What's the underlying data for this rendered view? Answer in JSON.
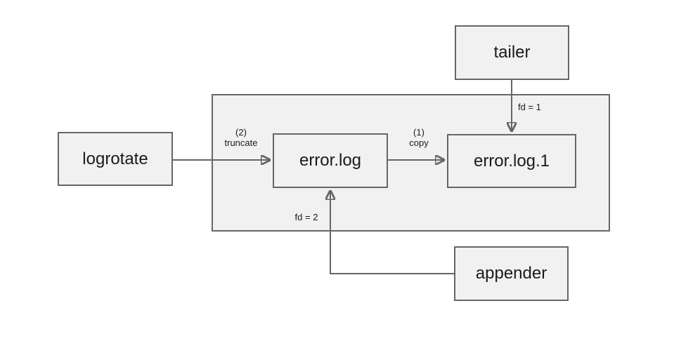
{
  "diagram": {
    "nodes": {
      "tailer": {
        "label": "tailer"
      },
      "logrotate": {
        "label": "logrotate"
      },
      "error_log": {
        "label": "error.log"
      },
      "error_log_1": {
        "label": "error.log.1"
      },
      "appender": {
        "label": "appender"
      }
    },
    "edges": {
      "truncate": {
        "label": "(2)\ntruncate"
      },
      "copy": {
        "label": "(1)\ncopy"
      },
      "fd1": {
        "label": "fd = 1"
      },
      "fd2": {
        "label": "fd = 2"
      }
    },
    "colors": {
      "node_fill": "#f1f1f1",
      "node_border": "#666666",
      "arrow": "#666666",
      "text": "#1a1a1a",
      "background": "#ffffff"
    }
  }
}
